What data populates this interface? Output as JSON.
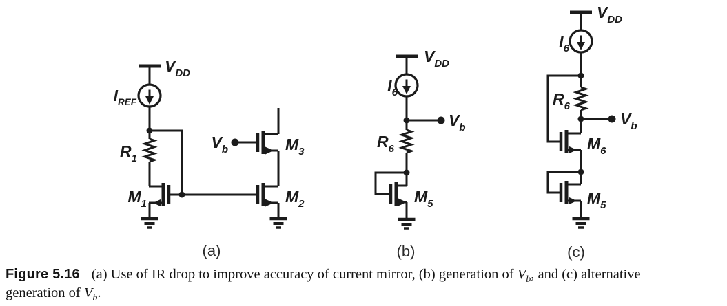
{
  "figure": {
    "circuit_a": {
      "vdd": {
        "base": "V",
        "sub": "DD"
      },
      "iref": {
        "base": "I",
        "sub": "REF"
      },
      "r1": {
        "base": "R",
        "sub": "1"
      },
      "m1": {
        "base": "M",
        "sub": "1"
      },
      "m2": {
        "base": "M",
        "sub": "2"
      },
      "m3": {
        "base": "M",
        "sub": "3"
      },
      "vb": {
        "base": "V",
        "sub": "b"
      },
      "tag": "(a)"
    },
    "circuit_b": {
      "vdd": {
        "base": "V",
        "sub": "DD"
      },
      "i6": {
        "base": "I",
        "sub": "6"
      },
      "r6": {
        "base": "R",
        "sub": "6"
      },
      "m5": {
        "base": "M",
        "sub": "5"
      },
      "vb": {
        "base": "V",
        "sub": "b"
      },
      "tag": "(b)"
    },
    "circuit_c": {
      "vdd": {
        "base": "V",
        "sub": "DD"
      },
      "i6": {
        "base": "I",
        "sub": "6"
      },
      "r6": {
        "base": "R",
        "sub": "6"
      },
      "m6": {
        "base": "M",
        "sub": "6"
      },
      "m5": {
        "base": "M",
        "sub": "5"
      },
      "vb": {
        "base": "V",
        "sub": "b"
      },
      "tag": "(c)"
    }
  },
  "caption": {
    "figure_label": "Figure 5.16",
    "line1_text": "(a) Use of IR drop to improve accuracy of current mirror, (b) generation of ",
    "vb": {
      "base": "V",
      "sub": "b"
    },
    "line1_end": ", and (c) alternative",
    "line2_text": "generation of ",
    "line2_end": "."
  },
  "colors": {
    "ink": "#1b1b1b",
    "background": "#ffffff"
  }
}
